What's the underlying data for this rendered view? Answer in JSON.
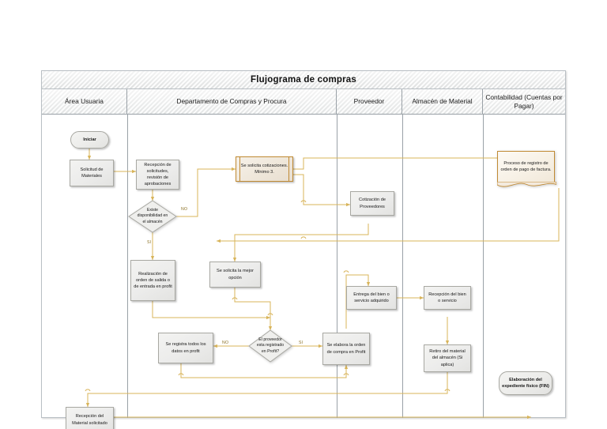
{
  "diagram": {
    "title": "Flujograma de compras",
    "accent_connector_color": "#d8b45a",
    "shape_border_color": "#a8a8a2",
    "highlight_border_color": "#c08a33"
  },
  "lanes": [
    {
      "id": "area-usuaria",
      "label": "Área Usuaria"
    },
    {
      "id": "compras",
      "label": "Departamento de Compras y Procura"
    },
    {
      "id": "proveedor",
      "label": "Proveedor"
    },
    {
      "id": "almacen",
      "label": "Almacén de Material"
    },
    {
      "id": "contabilidad",
      "label": "Contabilidad (Cuentas por Pagar)"
    }
  ],
  "nodes": [
    {
      "id": "iniciar",
      "lane": "area-usuaria",
      "type": "terminator",
      "label": "Iniciar"
    },
    {
      "id": "solicitud",
      "lane": "area-usuaria",
      "type": "process",
      "label": "Solicitud de Materiales"
    },
    {
      "id": "recepcion-sol",
      "lane": "compras",
      "type": "process",
      "label": "Recepción de solicitudes, revisión de aprobaciones"
    },
    {
      "id": "disponibilidad",
      "lane": "compras",
      "type": "decision",
      "label": "Existe disponibilidad en el almacén"
    },
    {
      "id": "cotizaciones",
      "lane": "compras",
      "type": "predefined-process",
      "label": "Se solicita cotizaciones. Mínimo 3."
    },
    {
      "id": "orden-salida",
      "lane": "compras",
      "type": "process",
      "label": "Realización de orden de salida o de entrada en profit"
    },
    {
      "id": "mejor-opcion",
      "lane": "compras",
      "type": "process",
      "label": "Se solicita la mejor opción"
    },
    {
      "id": "proveedor-reg",
      "lane": "compras",
      "type": "decision",
      "label": "El proveedor esta registrado en Profit?"
    },
    {
      "id": "registra-datos",
      "lane": "compras",
      "type": "process",
      "label": "Se registra todos los datos en profit"
    },
    {
      "id": "orden-compra",
      "lane": "compras",
      "type": "process",
      "label": "Se elabora la orden de compra en Profit"
    },
    {
      "id": "cotizacion-prov",
      "lane": "proveedor",
      "type": "process",
      "label": "Cotización de Proveedores"
    },
    {
      "id": "entrega-bien",
      "lane": "proveedor",
      "type": "process",
      "label": "Entrega del bien o servicio adquirido"
    },
    {
      "id": "recepcion-bien",
      "lane": "almacen",
      "type": "process",
      "label": "Recepción del bien o servicio"
    },
    {
      "id": "retiro-material",
      "lane": "almacen",
      "type": "process",
      "label": "Retiro del material del almacén (Si aplica)"
    },
    {
      "id": "registro-pago",
      "lane": "contabilidad",
      "type": "document",
      "label": "Proceso de registro de orden de pago de factura."
    },
    {
      "id": "recepcion-mat",
      "lane": "area-usuaria",
      "type": "process",
      "label": "Recepción del Material solicitado"
    },
    {
      "id": "expediente-fin",
      "lane": "contabilidad",
      "type": "terminator",
      "label": "Elaboración del expediente físico (FIN)"
    }
  ],
  "edge_labels": {
    "disponibilidad_no": "NO",
    "disponibilidad_si": "SI",
    "proveedor_no": "NO",
    "proveedor_si": "SI"
  }
}
